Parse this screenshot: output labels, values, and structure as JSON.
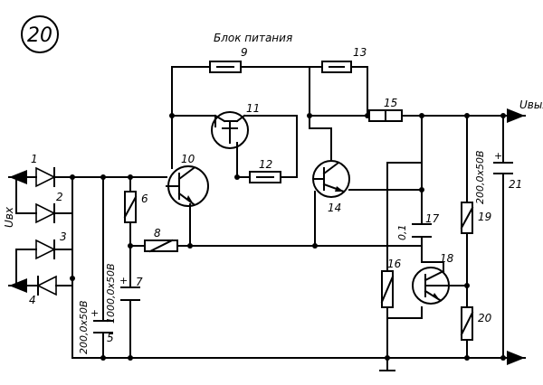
{
  "diagram": {
    "figure_number": "20",
    "block_title": "Блок питания",
    "input_label": "Uвх",
    "output_label": "Uвых",
    "components": {
      "d1": "1",
      "d2": "2",
      "d3": "3",
      "d4": "4",
      "c5": "5",
      "c5_rating": "200,0х50В",
      "r6": "6",
      "c7": "7",
      "c7_rating": "1000,0х50В",
      "r8": "8",
      "r9": "9",
      "q10": "10",
      "q11": "11",
      "r12": "12",
      "r13": "13",
      "q14": "14",
      "r15": "15",
      "r16": "16",
      "c17": "17",
      "c17_rating": "0,1",
      "q18": "18",
      "r19": "19",
      "r20": "20",
      "c21": "21",
      "c21_rating": "200,0х50В"
    }
  }
}
